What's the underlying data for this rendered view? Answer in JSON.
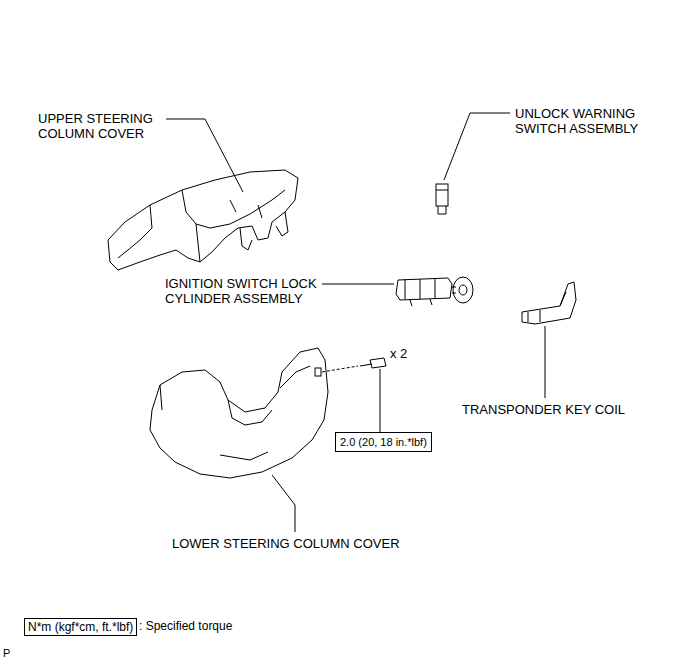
{
  "diagram": {
    "nodes": [
      {
        "text": [
          "2.0 (20, 18 in.*lbf)"
        ]
      },
      {
        "text": [
          "N*m (kgf*cm, ft.*lbf)"
        ]
      }
    ],
    "labels": [
      "UPPER STEERING COLUMN COVER",
      "UNLOCK WARNING SWITCH ASSEMBLY",
      "IGNITION SWITCH LOCK CYLINDER ASSEMBLY",
      "TRANSPONDER KEY COIL",
      "x 2",
      "LOWER STEERING COLUMN COVER",
      ": Specified torque",
      "P"
    ]
  }
}
